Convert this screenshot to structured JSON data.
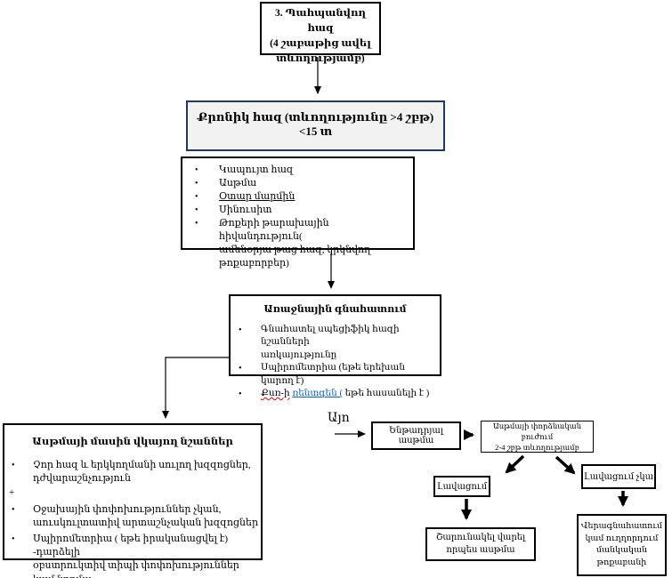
{
  "flowchart": {
    "start_box": {
      "text": "3. Պահպանվող հազ\n(4 շաբաթից ավել\nտևողությամբ)"
    },
    "chronic_box": {
      "text": "Քրոնիկ հազ (տևողությունը >4 շբթ) <15 տ"
    },
    "differential_box": {
      "items": [
        "Կապույտ հազ",
        "Ասթմա",
        "Օտար մարմին",
        "Սինուսիտ",
        "Թոքերի թարախային հիվանդություն(\nամենօրյա թաց հազ, կրկնվող թոքաբորբեր)"
      ]
    },
    "assessment_box": {
      "title": "Առաջնային գնահատում",
      "item1": "Գնահատել սպեցիֆիկ հազի նշանների\nառկայությունը",
      "item2": "Սպիրոմետրիա (եթե երեխան կարող է)",
      "item3": {
        "misspelled_word": "Քսռ-ի",
        "link_word": "ռենտգեն (",
        "rest": " եթե հասանելի է )"
      }
    },
    "signs_box": {
      "title": "Ասթմայի մասին վկայող նշաններ",
      "item1": "Չոր հազ և երկկողմանի սուլող խզզոցներ,\nդժվարաշնչություն",
      "plus": "+",
      "item2": "Օջախային փոփոխություններ չկան,\nաուսկուլտատիվ արտաշնչական խզզոցներ",
      "item3": "Սպիրոմետրիա ( եթե իրականացվել է) -դարձելի\nօբստրուկտիվ տիպի փոփոխություններ կամ նորմա"
    },
    "yes_label": "Այո",
    "presumed_asthma_box": "Ենթադրյալ ասթմա",
    "trial_treatment_box": "Ասթմայի փորձնական բուժում\n2-4 շբթ տևողությամբ",
    "improvement_box": "Լավացում",
    "no_improvement_box": "Լավացում չկա",
    "continue_asthma_box": "Շարունակել վարել\nորպես ասթմա",
    "reassessment_box": "Վերագնահատում\nկամ ուղղորդում\nմանկական\nթոքաբանի",
    "colors": {
      "chronic_border": "#1f3864",
      "chronic_fill": "#f2f2f2",
      "hyperlink": "#0563c1",
      "spellcheck_underline": "#e00000"
    }
  }
}
